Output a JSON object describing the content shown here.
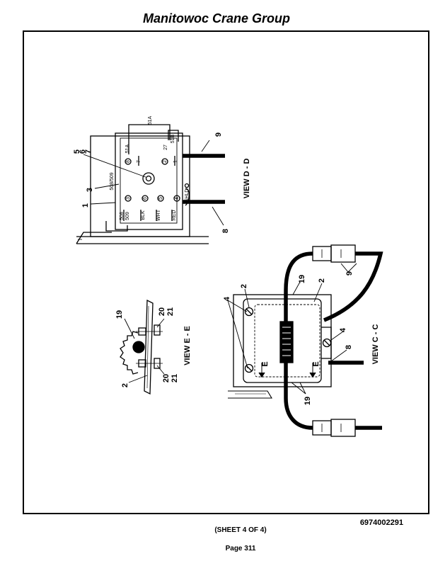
{
  "header": {
    "title": "Manitowoc Crane Group"
  },
  "footer": {
    "doc_number": "6974002291",
    "sheet": "(SHEET 4 OF 4)",
    "page": "Page 311"
  },
  "drawing": {
    "views": {
      "d": "VIEW D - D",
      "c": "VIEW C - C",
      "e": "VIEW E - E",
      "section_marker": "E"
    },
    "callouts": {
      "n1": "1",
      "n2": "2",
      "n3": "3",
      "n4": "4",
      "n5": "5",
      "n6": "6",
      "n7": "7",
      "n8": "8",
      "n9": "9",
      "n19": "19",
      "n20": "20",
      "n21": "21"
    },
    "terminals": {
      "t1": "1",
      "t2": "2",
      "t3": "3",
      "t4": "4",
      "t5": "5",
      "t6": "6",
      "t7": "7",
      "t8": "8"
    },
    "wires": {
      "w508_509": "508/509",
      "w508": "508",
      "w509": "509",
      "w51a": "51A",
      "w27": "27",
      "w51b": "51B",
      "blk": "BLK",
      "wht": "WHT",
      "red": "RED",
      "shld": "SHLD"
    }
  }
}
